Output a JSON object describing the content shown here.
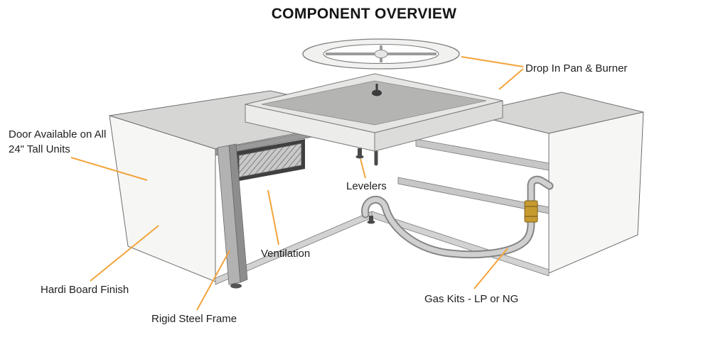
{
  "title": "COMPONENT OVERVIEW",
  "labels": {
    "drop_in_pan_burner": "Drop In Pan & Burner",
    "door": "Door Available on All\n24\" Tall Units",
    "levelers": "Levelers",
    "ventilation": "Ventilation",
    "hardi_board": "Hardi Board Finish",
    "rigid_steel_frame": "Rigid Steel Frame",
    "gas_kits": "Gas Kits - LP or NG"
  },
  "colors": {
    "leader_line": "#F2A43B",
    "diagram_outline": "#6E6E6E",
    "valve_brass": "#C79A30"
  }
}
